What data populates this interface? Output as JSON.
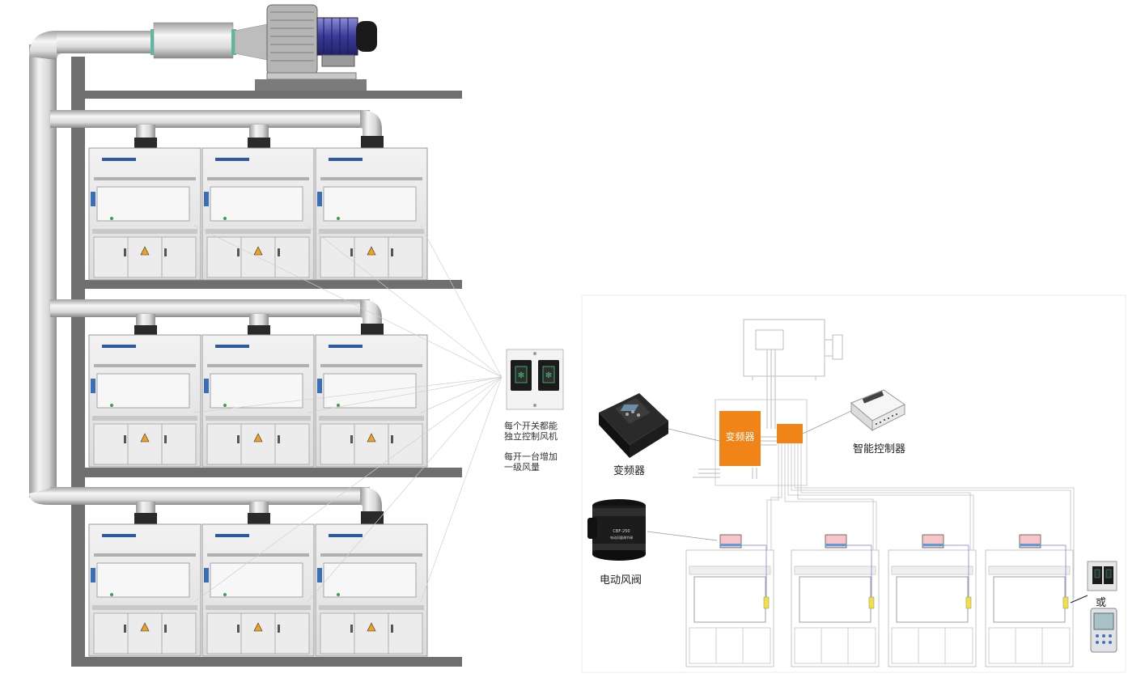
{
  "switch_note": {
    "line1": "每个开关都能",
    "line2": "独立控制风机",
    "line3": "每开一台增加",
    "line4": "一级风量"
  },
  "labels": {
    "vfd_box": "变频器",
    "vfd_device": "变频器",
    "smart_controller": "智能控制器",
    "motor_valve": "电动风阀",
    "or_text": "或",
    "valve_print_top": "CBF-250",
    "valve_print_bottom": "电动风量调节阀"
  },
  "floors": 3,
  "hoods_per_floor": 3,
  "schematic_hoods": 4
}
